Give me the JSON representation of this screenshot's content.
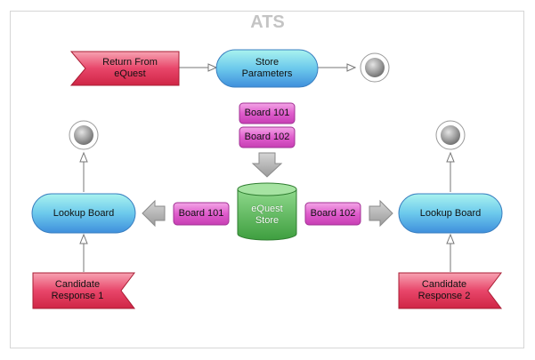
{
  "diagram": {
    "title": "ATS",
    "nodes": {
      "return_from_equest": "Return From\neQuest",
      "store_parameters": "Store\nParameters",
      "board_101_top": "Board 101",
      "board_102_top": "Board 102",
      "equest_store": "eQuest\nStore",
      "board_101_left": "Board 101",
      "board_102_right": "Board 102",
      "lookup_board_left": "Lookup Board",
      "lookup_board_right": "Lookup Board",
      "candidate_response_1": "Candidate\nResponse 1",
      "candidate_response_2": "Candidate\nResponse 2"
    }
  },
  "colors": {
    "flag_red": "#e23a55",
    "process_blue": "#4aa6e0",
    "process_teal": "#9ff0f0",
    "store_green": "#4fb04f",
    "board_magenta": "#d44bc0",
    "gray_arrow": "#a8a8a8"
  }
}
